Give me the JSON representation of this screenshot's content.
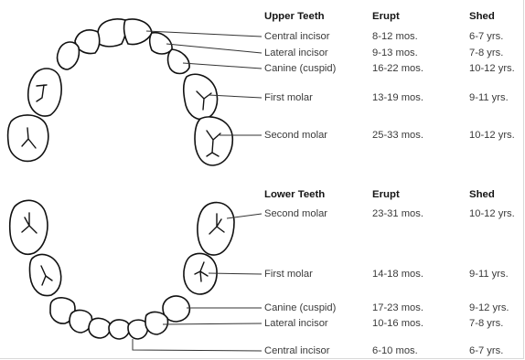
{
  "upper": {
    "headers": {
      "name": "Upper Teeth",
      "erupt": "Erupt",
      "shed": "Shed"
    },
    "rows": [
      {
        "name": "Central incisor",
        "erupt": "8-12 mos.",
        "shed": "6-7 yrs."
      },
      {
        "name": "Lateral incisor",
        "erupt": "9-13 mos.",
        "shed": "7-8 yrs."
      },
      {
        "name": "Canine (cuspid)",
        "erupt": "16-22 mos.",
        "shed": "10-12 yrs."
      },
      {
        "name": "First molar",
        "erupt": "13-19 mos.",
        "shed": "9-11 yrs."
      },
      {
        "name": "Second molar",
        "erupt": "25-33 mos.",
        "shed": "10-12 yrs."
      }
    ]
  },
  "lower": {
    "headers": {
      "name": "Lower Teeth",
      "erupt": "Erupt",
      "shed": "Shed"
    },
    "rows": [
      {
        "name": "Second molar",
        "erupt": "23-31 mos.",
        "shed": "10-12 yrs."
      },
      {
        "name": "First molar",
        "erupt": "14-18 mos.",
        "shed": "9-11 yrs."
      },
      {
        "name": "Canine (cuspid)",
        "erupt": "17-23 mos.",
        "shed": "9-12 yrs."
      },
      {
        "name": "Lateral incisor",
        "erupt": "10-16 mos.",
        "shed": "7-8 yrs."
      },
      {
        "name": "Central incisor",
        "erupt": "6-10 mos.",
        "shed": "6-7 yrs."
      }
    ]
  }
}
